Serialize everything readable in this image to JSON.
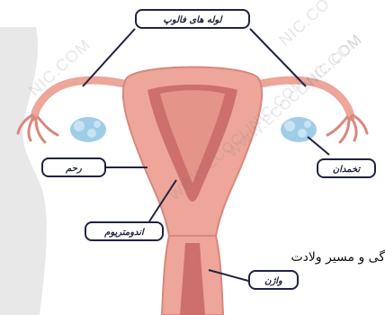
{
  "labels": {
    "fallopian_tubes": "لوله های فالوپ",
    "uterus": "رحم",
    "ovary": "تخمدان",
    "endometrium": "اندومتریوم",
    "vagina": "واژن"
  },
  "caption": "گی و مسیر ولادت",
  "watermarks": [
    "NIC.COM",
    "NIC.COM",
    "WWW.ECOCLINIC.COM",
    "WWW.ECOCLINIC.COM",
    "NIC.CO"
  ],
  "colors": {
    "tissue": "#eda699",
    "tissue_dark": "#d9877d",
    "lining": "#cd6f6c",
    "ovary": "#9fcde8",
    "label_border": "#1f2340",
    "silhouette": "#d9d9d9"
  }
}
